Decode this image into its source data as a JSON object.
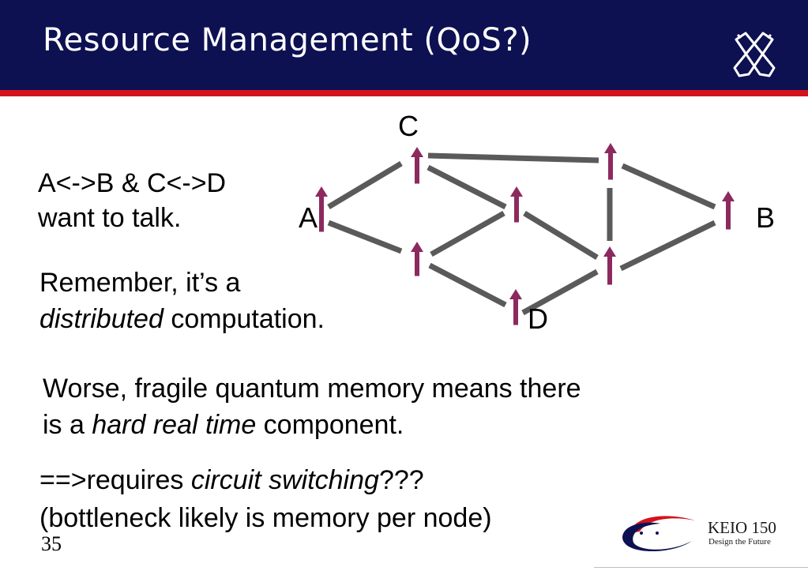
{
  "title": "Resource Management (QoS?)",
  "text": {
    "line1": "A<->B & C<->D",
    "line2": "want to talk.",
    "remember1": "Remember, it’s a",
    "remember2_italic": "distributed",
    "remember2_rest": " computation.",
    "worse1": "Worse, fragile quantum memory means there",
    "worse2_pre": "is a ",
    "worse2_italic": "hard real time",
    "worse2_post": " component.",
    "req1_pre": "==>requires ",
    "req1_italic": "circuit switching",
    "req1_post": "???",
    "req2": "(bottleneck likely is memory per node)"
  },
  "diagram": {
    "node_labels": {
      "A": "A",
      "B": "B",
      "C": "C",
      "D": "D"
    },
    "colors": {
      "link": "#5a5a5a",
      "qubit": "#8c2a5e"
    }
  },
  "slide_number": "35",
  "keio": {
    "name": "KEIO 150",
    "tagline": "Design the Future"
  },
  "colors": {
    "header": "#0d1152",
    "stripe": "#d4121e"
  }
}
